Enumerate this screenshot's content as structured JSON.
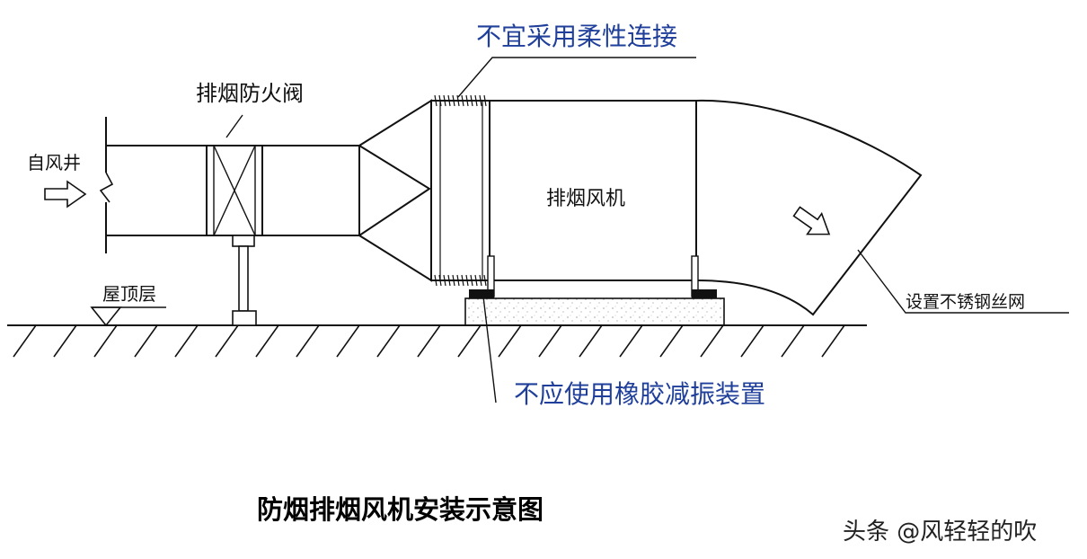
{
  "labels": {
    "from_shaft": "自风井",
    "damper": "排烟防火阀",
    "fan": "排烟风机",
    "roof": "屋顶层",
    "no_flex": "不宜采用柔性连接",
    "no_rubber": "不应使用橡胶减振装置",
    "mesh": "设置不锈钢丝网"
  },
  "title": "防烟排烟风机安装示意图",
  "watermark": "头条 @风轻轻的吹",
  "colors": {
    "line": "#111111",
    "callout_blue": "#1f3f9a"
  }
}
